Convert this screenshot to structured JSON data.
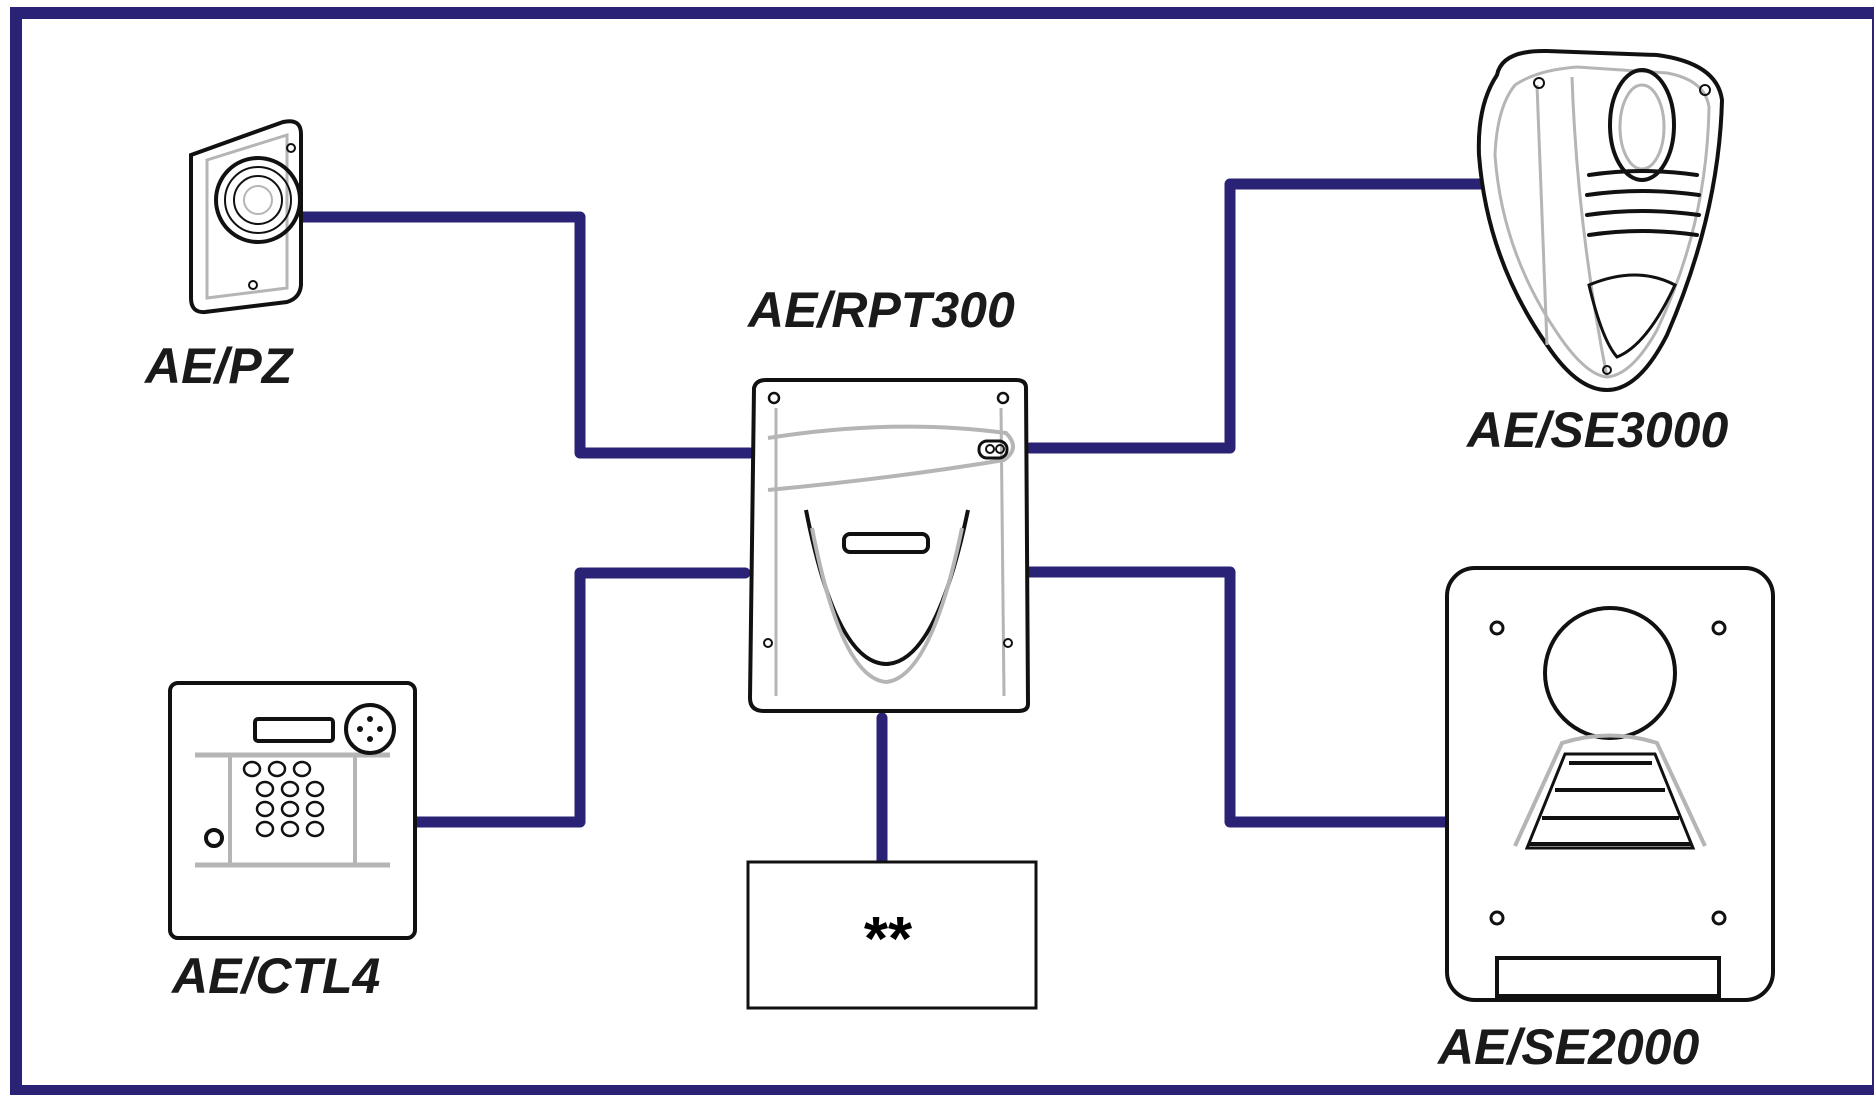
{
  "diagram": {
    "colors": {
      "frame": "#2a2375",
      "wire": "#2a2375",
      "outline": "#111111",
      "inner": "#b5b5b5"
    },
    "nodes": {
      "center": {
        "label": "AE/RPT300",
        "icon": "repeater-unit-icon"
      },
      "pz": {
        "label": "AE/PZ",
        "icon": "panel-speaker-icon"
      },
      "ctl4": {
        "label": "AE/CTL4",
        "icon": "keypad-control-icon"
      },
      "se3000": {
        "label": "AE/SE3000",
        "icon": "outdoor-siren-icon"
      },
      "se2000": {
        "label": "AE/SE2000",
        "icon": "wall-siren-icon"
      },
      "aux": {
        "label": "**"
      }
    }
  }
}
